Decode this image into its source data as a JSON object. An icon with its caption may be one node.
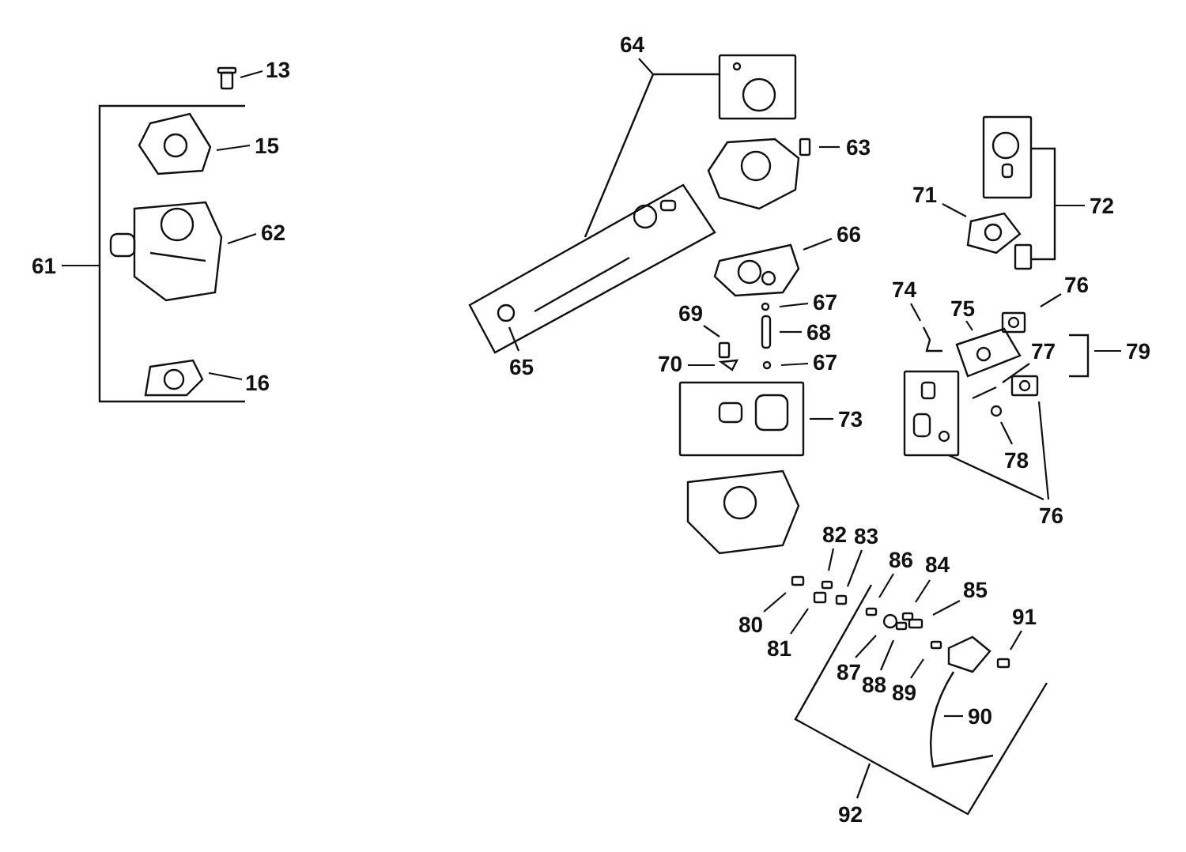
{
  "diagram": {
    "nodes": [
      {
        "text": [
          "13"
        ]
      },
      {
        "text": [
          "64"
        ]
      },
      {
        "text": [
          "63"
        ]
      },
      {
        "text": [
          "15"
        ]
      },
      {
        "text": [
          "71"
        ]
      },
      {
        "text": [
          "72"
        ]
      },
      {
        "text": [
          "62"
        ]
      },
      {
        "text": [
          "66"
        ]
      },
      {
        "text": [
          "61"
        ]
      },
      {
        "text": [
          "74"
        ]
      },
      {
        "text": [
          "75"
        ]
      },
      {
        "text": [
          "76"
        ]
      },
      {
        "text": [
          "67"
        ]
      },
      {
        "text": [
          "68"
        ]
      },
      {
        "text": [
          "69"
        ]
      },
      {
        "text": [
          "79"
        ]
      },
      {
        "text": [
          "77"
        ]
      },
      {
        "text": [
          "70"
        ]
      },
      {
        "text": [
          "67"
        ]
      },
      {
        "text": [
          "65"
        ]
      },
      {
        "text": [
          "16"
        ]
      },
      {
        "text": [
          "73"
        ]
      },
      {
        "text": [
          "78"
        ]
      },
      {
        "text": [
          "76"
        ]
      },
      {
        "text": [
          "82"
        ]
      },
      {
        "text": [
          "83"
        ]
      },
      {
        "text": [
          "86"
        ]
      },
      {
        "text": [
          "84"
        ]
      },
      {
        "text": [
          "85"
        ]
      },
      {
        "text": [
          "80"
        ]
      },
      {
        "text": [
          "91"
        ]
      },
      {
        "text": [
          "81"
        ]
      },
      {
        "text": [
          "87"
        ]
      },
      {
        "text": [
          "88"
        ]
      },
      {
        "text": [
          "89"
        ]
      },
      {
        "text": [
          "90"
        ]
      },
      {
        "text": [
          "92"
        ]
      }
    ],
    "edges": [
      {
        "from": 0,
        "to": null,
        "arrow": "none"
      },
      {
        "from": 1,
        "to": null,
        "arrow": "none"
      },
      {
        "from": 2,
        "to": null,
        "arrow": "none"
      },
      {
        "from": 3,
        "to": null,
        "arrow": "none"
      },
      {
        "from": 4,
        "to": null,
        "arrow": "none"
      },
      {
        "from": 5,
        "to": null,
        "arrow": "none"
      },
      {
        "from": 6,
        "to": null,
        "arrow": "none"
      },
      {
        "from": 7,
        "to": null,
        "arrow": "none"
      },
      {
        "from": 8,
        "to": null,
        "arrow": "none"
      },
      {
        "from": 9,
        "to": null,
        "arrow": "none"
      },
      {
        "from": 10,
        "to": null,
        "arrow": "none"
      },
      {
        "from": 11,
        "to": null,
        "arrow": "none"
      },
      {
        "from": 12,
        "to": null,
        "arrow": "none"
      },
      {
        "from": 13,
        "to": null,
        "arrow": "none"
      },
      {
        "from": 14,
        "to": null,
        "arrow": "none"
      },
      {
        "from": 15,
        "to": null,
        "arrow": "none"
      },
      {
        "from": 16,
        "to": null,
        "arrow": "none"
      },
      {
        "from": 17,
        "to": null,
        "arrow": "none"
      },
      {
        "from": 18,
        "to": null,
        "arrow": "none"
      },
      {
        "from": 19,
        "to": null,
        "arrow": "none"
      },
      {
        "from": 20,
        "to": null,
        "arrow": "none"
      },
      {
        "from": 21,
        "to": null,
        "arrow": "none"
      },
      {
        "from": 22,
        "to": null,
        "arrow": "none"
      },
      {
        "from": 23,
        "to": null,
        "arrow": "none"
      },
      {
        "from": 24,
        "to": null,
        "arrow": "none"
      },
      {
        "from": 25,
        "to": null,
        "arrow": "none"
      },
      {
        "from": 26,
        "to": null,
        "arrow": "none"
      },
      {
        "from": 27,
        "to": null,
        "arrow": "none"
      },
      {
        "from": 28,
        "to": null,
        "arrow": "none"
      },
      {
        "from": 29,
        "to": null,
        "arrow": "none"
      },
      {
        "from": 30,
        "to": null,
        "arrow": "none"
      },
      {
        "from": 31,
        "to": null,
        "arrow": "none"
      },
      {
        "from": 32,
        "to": null,
        "arrow": "none"
      },
      {
        "from": 33,
        "to": null,
        "arrow": "none"
      },
      {
        "from": 34,
        "to": null,
        "arrow": "none"
      },
      {
        "from": 35,
        "to": null,
        "arrow": "none"
      },
      {
        "from": 36,
        "to": null,
        "arrow": "none"
      }
    ]
  }
}
